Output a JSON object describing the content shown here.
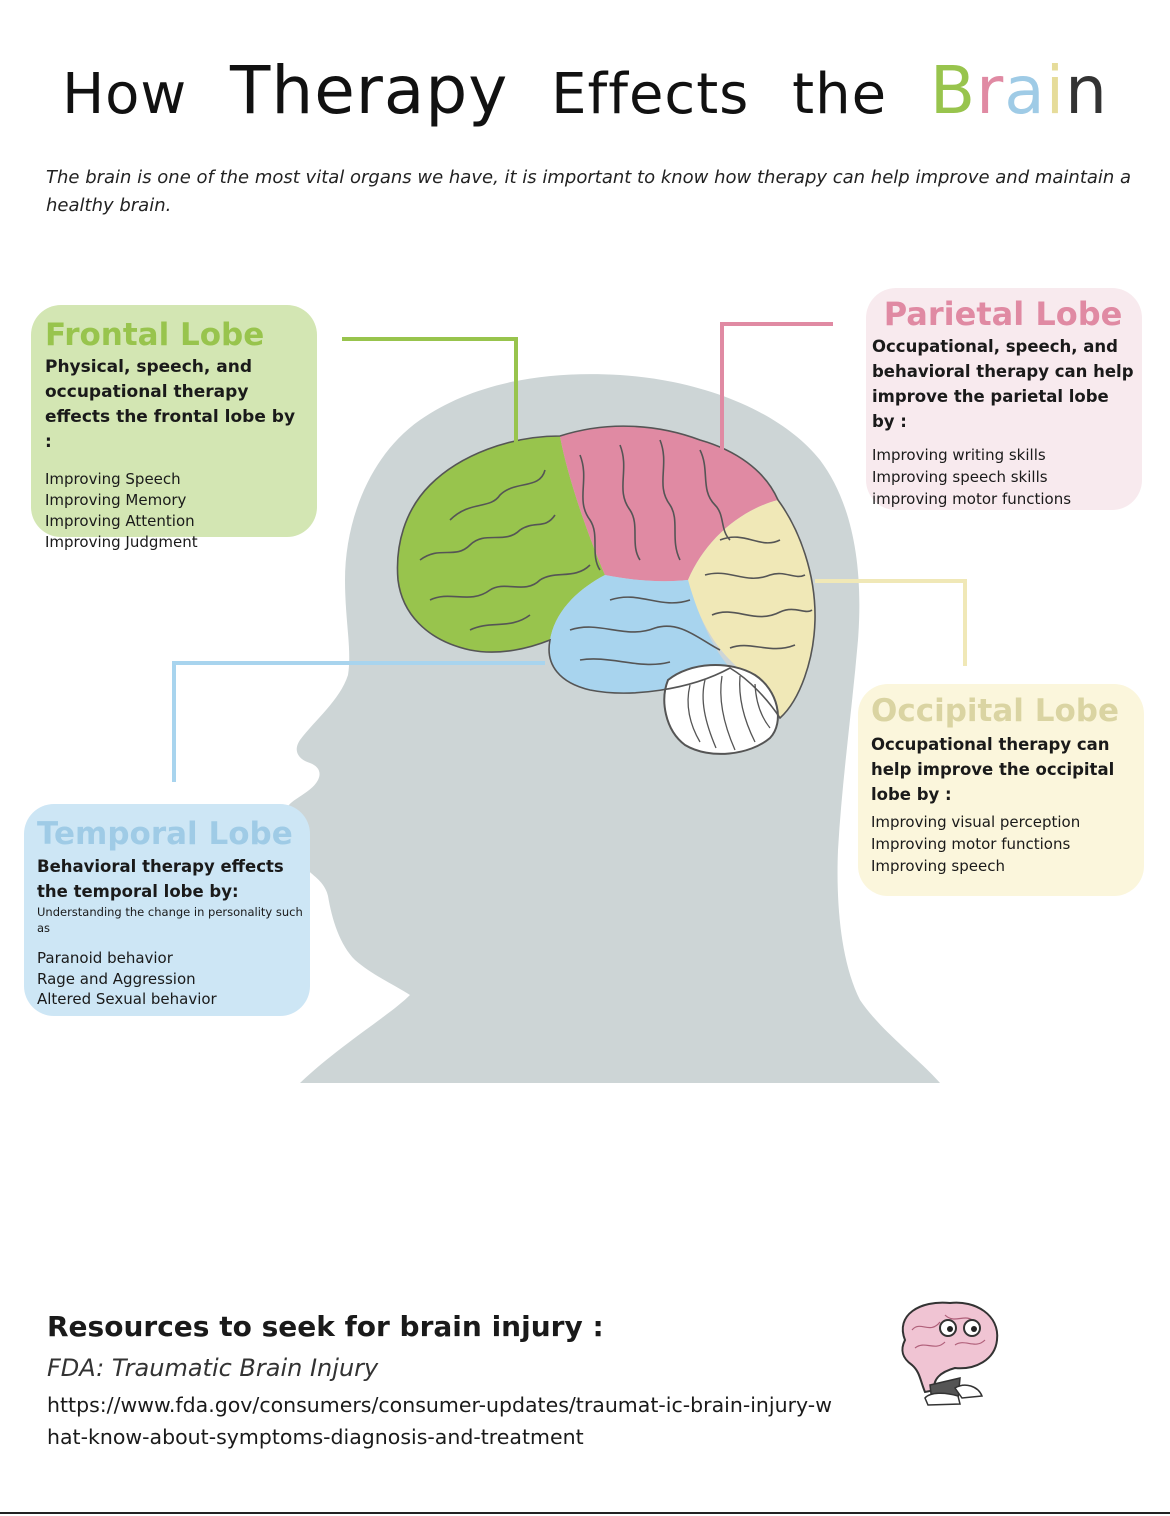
{
  "title": {
    "words": [
      "How",
      "Therapy",
      "Effects",
      "the"
    ],
    "brain_letters": [
      {
        "char": "B",
        "color": "#98c44d"
      },
      {
        "char": "r",
        "color": "#e08aa3"
      },
      {
        "char": "a",
        "color": "#9fcbe6"
      },
      {
        "char": "i",
        "color": "#e6dc9a"
      },
      {
        "char": "n",
        "color": "#333333"
      }
    ]
  },
  "intro": "The brain is one of the most vital organs we have, it is important to know how therapy can help improve and maintain a healthy brain.",
  "frontal": {
    "heading": "Frontal Lobe",
    "lead": "Physical, speech, and occupational therapy effects the frontal lobe by :",
    "items": [
      "Improving Speech",
      "Improving Memory",
      "Improving Attention",
      "Improving Judgment"
    ],
    "color": "#98c44d"
  },
  "parietal": {
    "heading": "Parietal Lobe",
    "lead": "Occupational, speech, and behavioral therapy can help improve the parietal lobe by :",
    "items": [
      "Improving writing skills",
      "Improving speech skills",
      "improving motor functions"
    ],
    "color": "#e08aa3"
  },
  "occipital": {
    "heading": "Occipital Lobe",
    "lead": "Occupational therapy can help improve the occipital lobe by :",
    "items": [
      "Improving visual perception",
      "Improving motor functions",
      " Improving speech"
    ],
    "color": "#e6dc9a"
  },
  "temporal": {
    "heading": "Temporal Lobe",
    "lead": "Behavioral therapy effects the temporal lobe by:",
    "sub": "Understanding the change in personality such as",
    "items": [
      "Paranoid behavior",
      "Rage and Aggression",
      "Altered Sexual behavior"
    ],
    "color": "#9fcbe6"
  },
  "resources": {
    "title": "Resources to seek for brain injury :",
    "name": "FDA: Traumatic Brain Injury",
    "url": "https://www.fda.gov/consumers/consumer-updates/traumat-ic-brain-injury-what-know-about-symptoms-diagnosis-and-treatment"
  }
}
